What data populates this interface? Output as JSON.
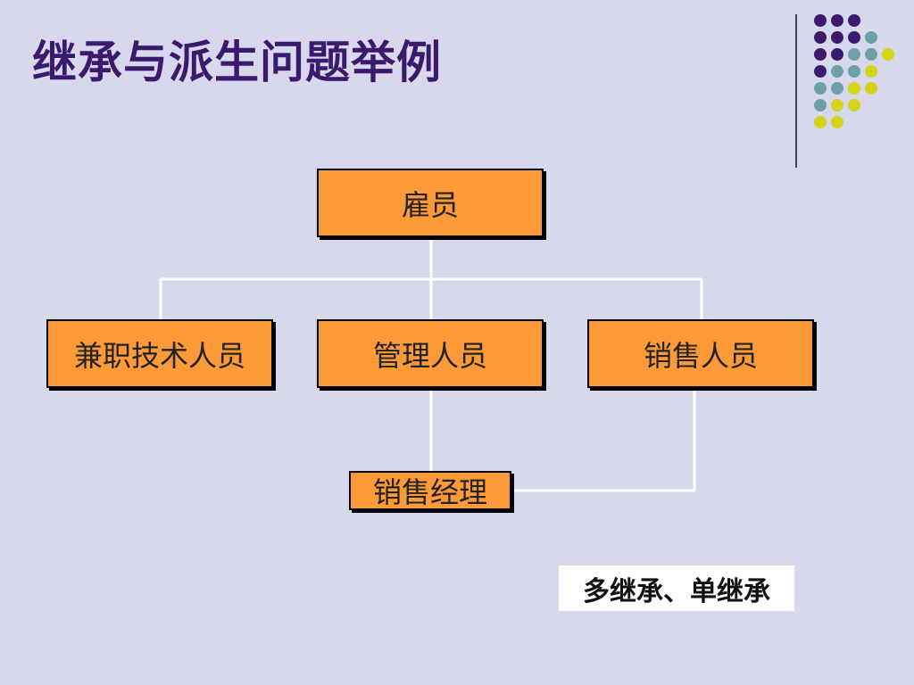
{
  "slide": {
    "title": "继承与派生问题举例",
    "note": "多继承、单继承"
  },
  "boxes": {
    "employee": "雇员",
    "part_time_tech": "兼职技术人员",
    "manager": "管理人员",
    "sales": "销售人员",
    "sales_manager": "销售经理"
  },
  "colors": {
    "background": "#d7d8ec",
    "box_fill": "#fd9a38",
    "title": "#3b1a6e",
    "dot_purple": "#3d1a6e",
    "dot_teal": "#6fa0a8",
    "dot_yellow": "#d4d419"
  }
}
